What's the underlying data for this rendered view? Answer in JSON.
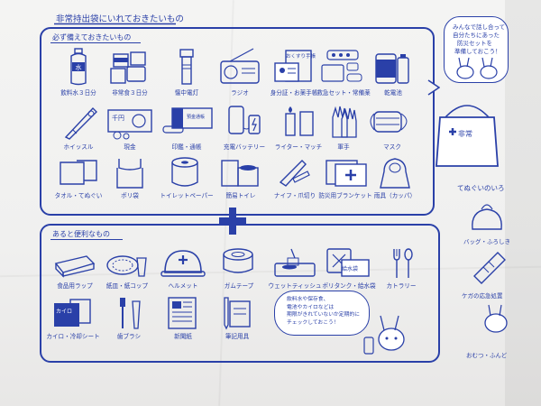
{
  "header": {
    "title": "非常持出袋にいれておきたいもの"
  },
  "sections": {
    "essential": {
      "title": "必ず備えておきたいもの",
      "items": [
        {
          "label": "飲料水３日分",
          "icon": "water-bottle-icon"
        },
        {
          "label": "非常食３日分",
          "icon": "canned-food-icon"
        },
        {
          "label": "懐中電灯",
          "icon": "flashlight-icon"
        },
        {
          "label": "ラジオ",
          "icon": "radio-icon"
        },
        {
          "label": "身分証・お薬手帳",
          "icon": "id-card-icon"
        },
        {
          "label": "救急セット・常備薬",
          "icon": "first-aid-icon"
        },
        {
          "label": "乾電池",
          "icon": "battery-icon"
        },
        {
          "label": "ホイッスル",
          "icon": "whistle-icon"
        },
        {
          "label": "現金",
          "icon": "cash-icon"
        },
        {
          "label": "印鑑・通帳",
          "icon": "seal-bankbook-icon"
        },
        {
          "label": "充電バッテリー",
          "icon": "power-bank-icon"
        },
        {
          "label": "ライター・マッチ",
          "icon": "lighter-icon"
        },
        {
          "label": "軍手",
          "icon": "gloves-icon"
        },
        {
          "label": "マスク",
          "icon": "mask-icon"
        },
        {
          "label": "タオル・てぬぐい",
          "icon": "towel-icon"
        },
        {
          "label": "ポリ袋",
          "icon": "plastic-bag-icon"
        },
        {
          "label": "トイレットペーパー",
          "icon": "toilet-paper-icon"
        },
        {
          "label": "簡易トイレ",
          "icon": "portable-toilet-icon"
        },
        {
          "label": "ナイフ・爪切り",
          "icon": "knife-icon"
        },
        {
          "label": "防災用ブランケット",
          "icon": "blanket-icon"
        },
        {
          "label": "雨具（カッパ）",
          "icon": "raincoat-icon"
        }
      ]
    },
    "useful": {
      "title": "あると便利なもの",
      "items": [
        {
          "label": "食品用ラップ",
          "icon": "food-wrap-icon"
        },
        {
          "label": "紙皿・紙コップ",
          "icon": "paper-plate-icon"
        },
        {
          "label": "ヘルメット",
          "icon": "helmet-icon"
        },
        {
          "label": "ガムテープ",
          "icon": "tape-icon"
        },
        {
          "label": "ウェットティッシュ",
          "icon": "wet-tissue-icon"
        },
        {
          "label": "ポリタンク・給水袋",
          "icon": "water-tank-icon"
        },
        {
          "label": "カトラリー",
          "icon": "cutlery-icon"
        },
        {
          "label": "カイロ・冷却シート",
          "icon": "hand-warmer-icon"
        },
        {
          "label": "歯ブラシ",
          "icon": "toothbrush-icon"
        },
        {
          "label": "新聞紙",
          "icon": "newspaper-icon"
        },
        {
          "label": "筆記用具",
          "icon": "stationery-icon"
        }
      ]
    }
  },
  "printed_labels": {
    "radio_tag": "ラジオ",
    "id_card": "おくすり手帳",
    "seal_tag": "預金通帳",
    "cash_note": "千円",
    "water_bag": "給水袋",
    "warmer": "カイロ",
    "bag_label": "非常"
  },
  "bubbles": {
    "top_right": [
      "みんなで話し合って",
      "自分たちにあった",
      "防災セットを",
      "準備しておこう！"
    ],
    "bottom": [
      "飲料水や保存食、",
      "電池やカイロなどは",
      "期限がきれていないか定期的に",
      "チェックしておこう！"
    ]
  },
  "side_panel": {
    "title": "てぬぐいのいろ",
    "items": [
      {
        "label": "バッグ・ふろしき",
        "icon": "furoshiki-bag-icon"
      },
      {
        "label": "ケガの応急処置",
        "icon": "bandage-icon"
      },
      {
        "label": "おむつ・ふんど",
        "icon": "diaper-icon"
      }
    ]
  },
  "colors": {
    "ink": "#2a40a8",
    "cloth": "#f2f2f1",
    "background": "#e9e6e2"
  }
}
